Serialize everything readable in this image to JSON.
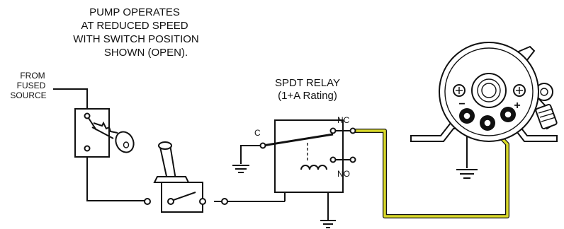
{
  "caption": {
    "lines": [
      "PUMP OPERATES",
      "AT REDUCED SPEED",
      "WITH SWITCH POSITION",
      "SHOWN (OPEN)."
    ]
  },
  "source": {
    "lines": [
      "FROM",
      "FUSED",
      "SOURCE"
    ]
  },
  "relay": {
    "title": "SPDT RELAY",
    "rating": "(1+A Rating)",
    "terminals": {
      "nc": "NC",
      "c": "C",
      "no": "NO"
    }
  },
  "pump": {
    "minus": "−",
    "plus": "+"
  },
  "colors": {
    "line": "#111111",
    "signal_wire": "#d9d92a",
    "background": "#ffffff"
  }
}
